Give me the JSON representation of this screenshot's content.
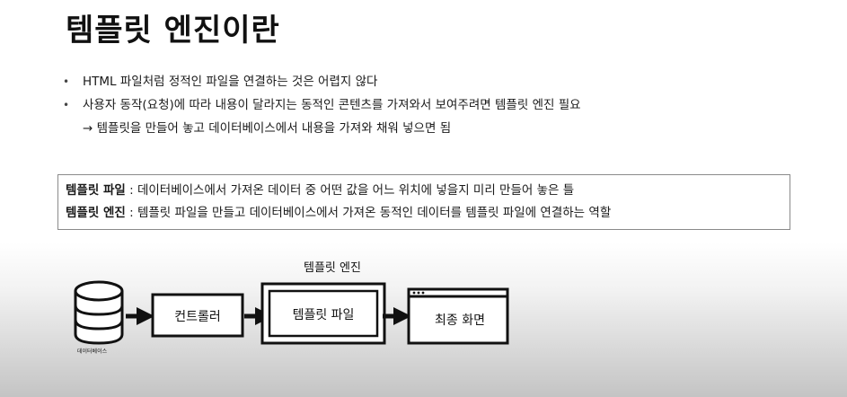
{
  "slide": {
    "title": "템플릿 엔진이란",
    "bullets": [
      "HTML 파일처럼 정적인 파일을 연결하는 것은 어렵지 않다",
      "사용자 동작(요청)에 따라 내용이 달라지는 동적인 콘텐츠를 가져와서 보여주려면 템플릿 엔진 필요"
    ],
    "sub_point": "→ 템플릿을 만들어 놓고 데이터베이스에서 내용을 가져와 채워 넣으면 됨",
    "definitions": [
      {
        "term": "템플릿 파일",
        "desc": " : 데이터베이스에서 가져온 데이터 중 어떤 값을 어느 위치에 넣을지 미리 만들어 놓은 틀"
      },
      {
        "term": "템플릿 엔진",
        "desc": " : 템플릿 파일을 만들고 데이터베이스에서 가져온 동적인 데이터를 템플릿 파일에 연결하는 역할"
      }
    ]
  },
  "diagram": {
    "db_label": "데이터베이스",
    "controller_label": "컨트롤러",
    "engine_label": "템플릿 엔진",
    "template_file_label": "템플릿 파일",
    "final_screen_label": "최종 화면"
  }
}
